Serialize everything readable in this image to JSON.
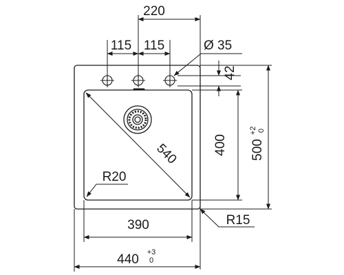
{
  "dimensions": {
    "overall_tap_span": "220",
    "tap_spacing_left": "115",
    "tap_spacing_right": "115",
    "tap_hole_diameter": "Ø 35",
    "tap_offset": "42",
    "bowl_depth": "400",
    "outer_depth": "500",
    "outer_depth_tol_plus": "+2",
    "outer_depth_tol_minus": "0",
    "diagonal": "540",
    "inner_radius": "R20",
    "outer_radius": "R15",
    "bowl_width": "390",
    "outer_width": "440",
    "outer_width_tol_plus": "+3",
    "outer_width_tol_minus": "0"
  },
  "colors": {
    "line": "#1a1a1a",
    "background": "#ffffff"
  }
}
